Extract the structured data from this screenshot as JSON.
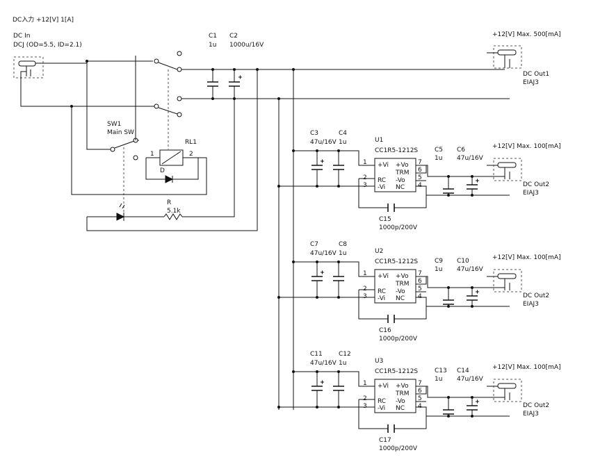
{
  "header": {
    "title": "DC入力 +12[V] 1[A]"
  },
  "dc_in": {
    "name": "DC In",
    "spec": "DCJ (OD=5.5, ID=2.1)"
  },
  "sw1": {
    "ref": "SW1",
    "name": "Main SW"
  },
  "relay": {
    "ref": "RL1",
    "pin1": "1",
    "pin2": "2",
    "diode": "D"
  },
  "led_r": {
    "ref": "R",
    "value": "5.1k"
  },
  "caps_in": {
    "c1_ref": "C1",
    "c1_val": "1u",
    "c2_ref": "C2",
    "c2_val": "1000u/16V"
  },
  "out1": {
    "spec": "+12[V] Max. 500[mA]",
    "name": "DC Out1",
    "type": "EIAJ3"
  },
  "modules": [
    {
      "ref": "U1",
      "part": "CC1R5-1212S",
      "cin_e_ref": "C3",
      "cin_e_val": "47u/16V",
      "cin_c_ref": "C4",
      "cin_c_val": "1u",
      "cout_c_ref": "C5",
      "cout_c_val": "1u",
      "cout_e_ref": "C6",
      "cout_e_val": "47u/16V",
      "cy_ref": "C15",
      "cy_val": "1000p/200V",
      "out_spec": "+12[V] Max. 100[mA]",
      "out_name": "DC Out2",
      "out_type": "EIAJ3"
    },
    {
      "ref": "U2",
      "part": "CC1R5-1212S",
      "cin_e_ref": "C7",
      "cin_e_val": "47u/16V",
      "cin_c_ref": "C8",
      "cin_c_val": "1u",
      "cout_c_ref": "C9",
      "cout_c_val": "1u",
      "cout_e_ref": "C10",
      "cout_e_val": "47u/16V",
      "cy_ref": "C16",
      "cy_val": "1000p/200V",
      "out_spec": "+12[V] Max. 100[mA]",
      "out_name": "DC Out2",
      "out_type": "EIAJ3"
    },
    {
      "ref": "U3",
      "part": "CC1R5-1212S",
      "cin_e_ref": "C11",
      "cin_e_val": "47u/16V",
      "cin_c_ref": "C12",
      "cin_c_val": "1u",
      "cout_c_ref": "C13",
      "cout_c_val": "1u",
      "cout_e_ref": "C14",
      "cout_e_val": "47u/16V",
      "cy_ref": "C17",
      "cy_val": "1000p/200V",
      "out_spec": "+12[V] Max. 100[mA]",
      "out_name": "DC Out2",
      "out_type": "EIAJ3"
    }
  ],
  "module_pins": {
    "n_plus_vi": "+Vi",
    "n_rc": "RC",
    "n_minus_vi": "-Vi",
    "n_plus_vo": "+Vo",
    "n_trm": "TRM",
    "n_minus_vo": "-Vo",
    "n_nc": "NC",
    "p1": "1",
    "p2": "2",
    "p3": "3",
    "p4": "4",
    "p5": "5",
    "p6": "6",
    "p7": "7"
  }
}
